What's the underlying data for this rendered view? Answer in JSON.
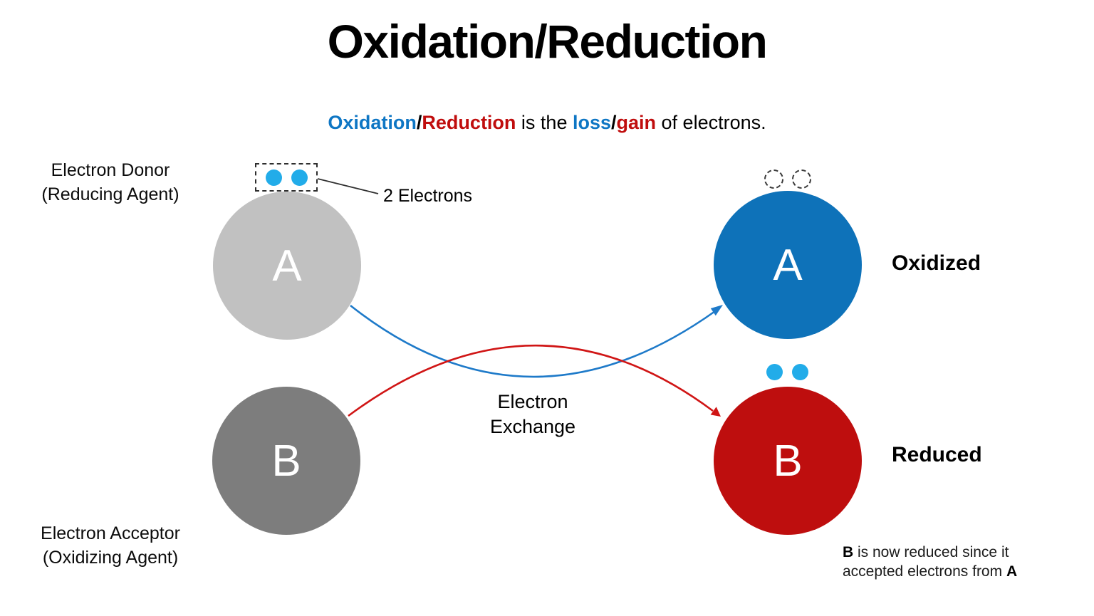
{
  "title": "Oxidation/Reduction",
  "subtitle": {
    "oxidation": "Oxidation",
    "slash1": "/",
    "reduction": "Reduction",
    "mid": " is the ",
    "loss": "loss",
    "slash2": "/",
    "gain": "gain",
    "end": " of electrons."
  },
  "left_side": {
    "donor_label": "Electron Donor\n(Reducing Agent)",
    "acceptor_label": "Electron Acceptor\n(Oxidizing Agent)",
    "circle_a_letter": "A",
    "circle_b_letter": "B",
    "electrons_callout": "2 Electrons"
  },
  "center": {
    "exchange_label": "Electron\nExchange"
  },
  "right_side": {
    "circle_a_letter": "A",
    "circle_b_letter": "B",
    "oxidized_label": "Oxidized",
    "reduced_label": "Reduced",
    "footnote": {
      "bold_b": "B",
      "line1_rest": " is now reduced since it",
      "line2_rest": "accepted electrons from ",
      "bold_a": "A"
    }
  },
  "colors": {
    "blue_text": "#0e76c4",
    "red_text": "#c00d0d",
    "blue_circle": "#0e72b9",
    "red_circle": "#be0e0e",
    "gray_light_circle": "#c1c1c1",
    "gray_dark_circle": "#7d7d7d",
    "electron_cyan": "#22ace9",
    "arrow_blue": "#1e7ac9",
    "arrow_red": "#d01515",
    "callout_line": "#303030"
  }
}
